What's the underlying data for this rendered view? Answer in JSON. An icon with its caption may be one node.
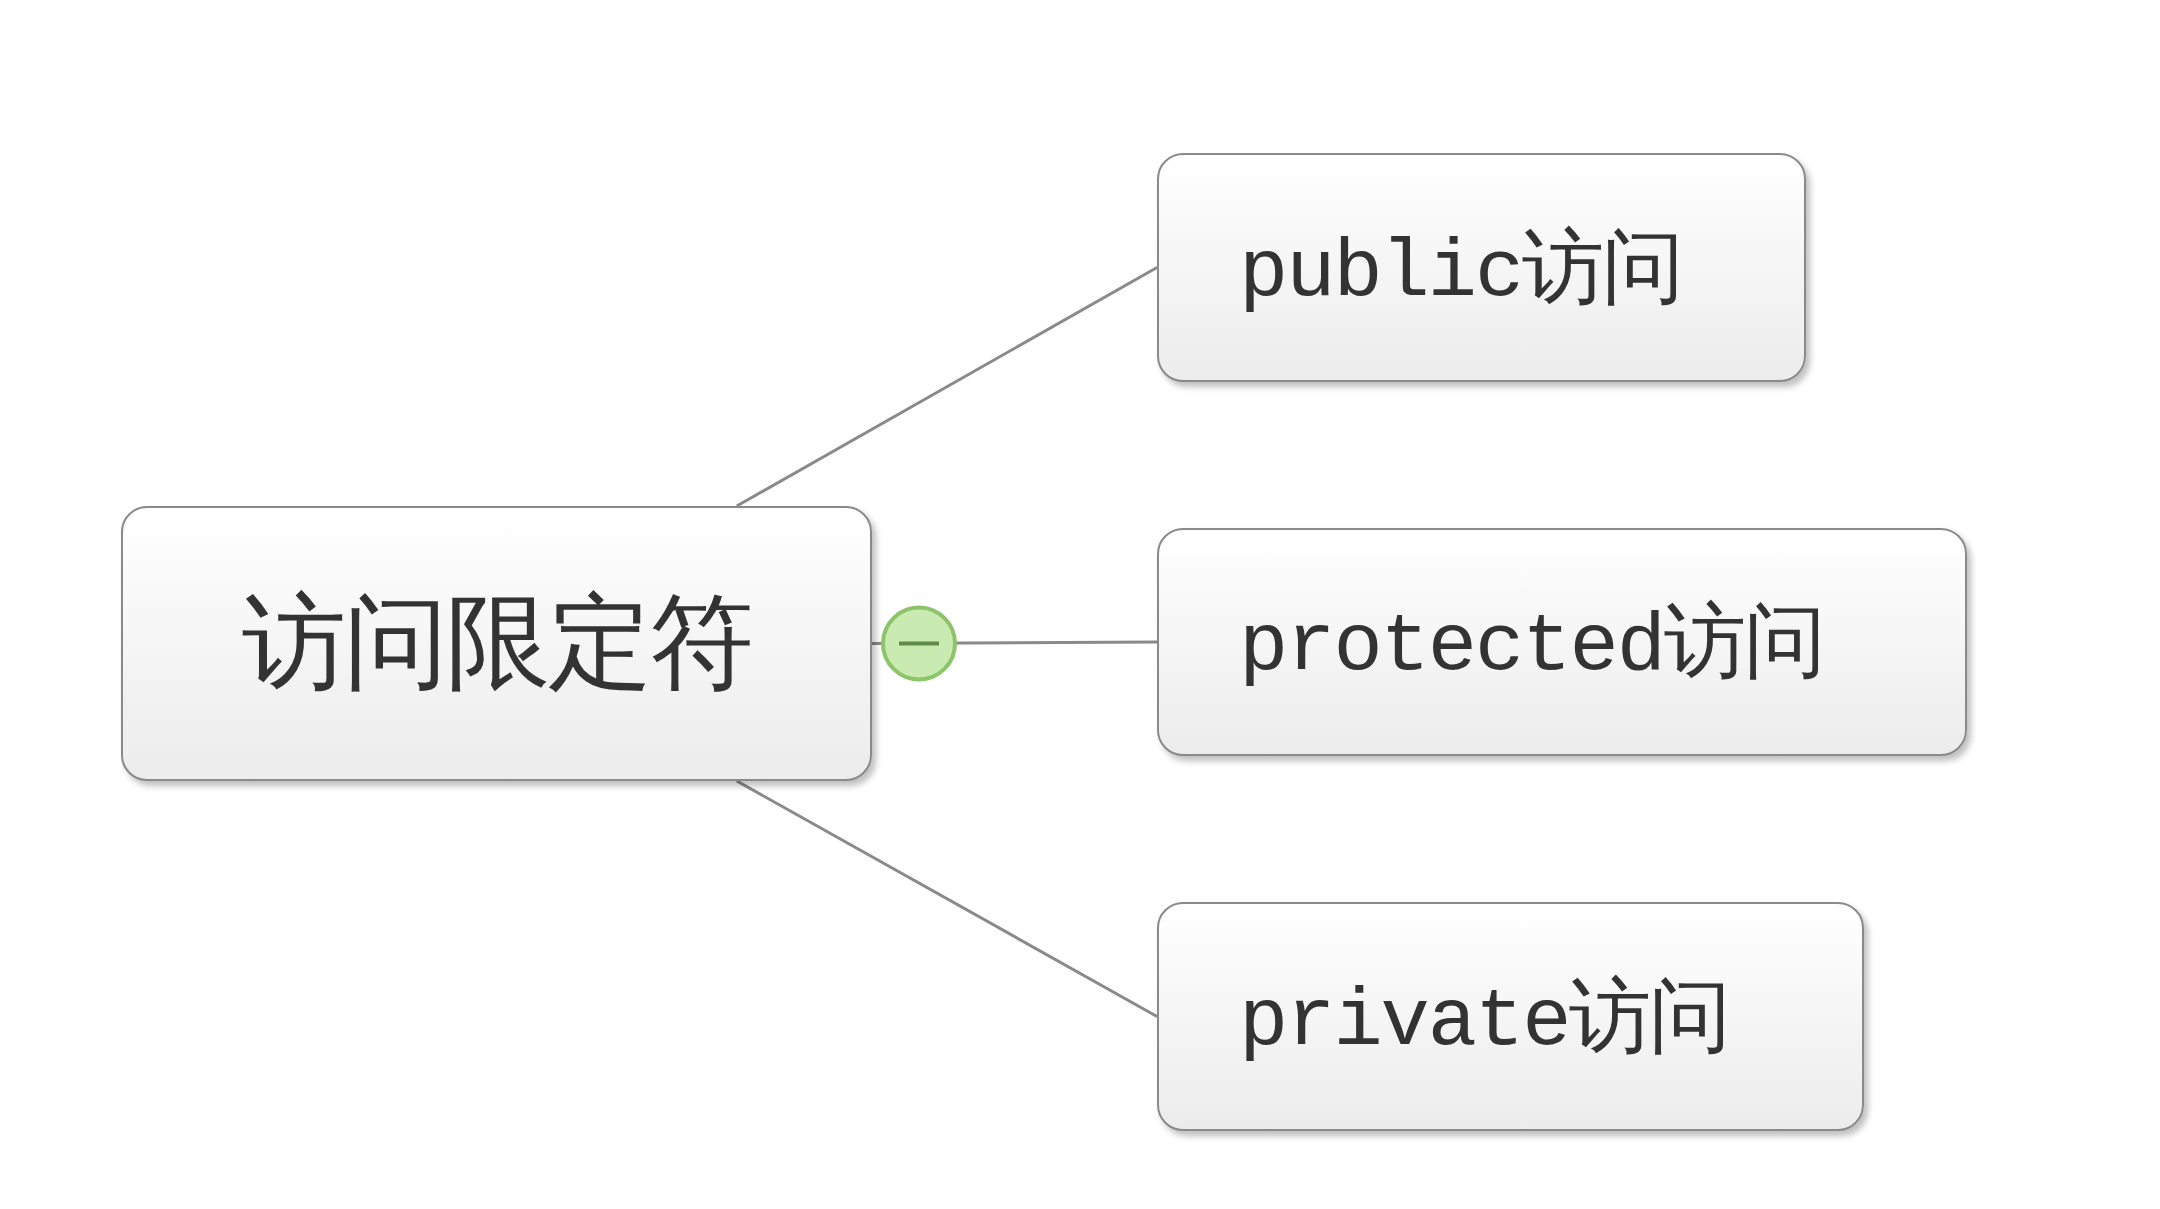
{
  "diagram": {
    "nodes": [
      {
        "text": [
          "访问限定符"
        ]
      },
      {
        "text": [
          "public访问"
        ]
      },
      {
        "text": [
          "protected访问"
        ]
      },
      {
        "text": [
          "private访问"
        ]
      }
    ],
    "edges": [
      {
        "from": 0,
        "to": 1,
        "arrow": "none"
      },
      {
        "from": 0,
        "to": 2,
        "arrow": "none"
      },
      {
        "from": 0,
        "to": 3,
        "arrow": "none"
      }
    ]
  }
}
